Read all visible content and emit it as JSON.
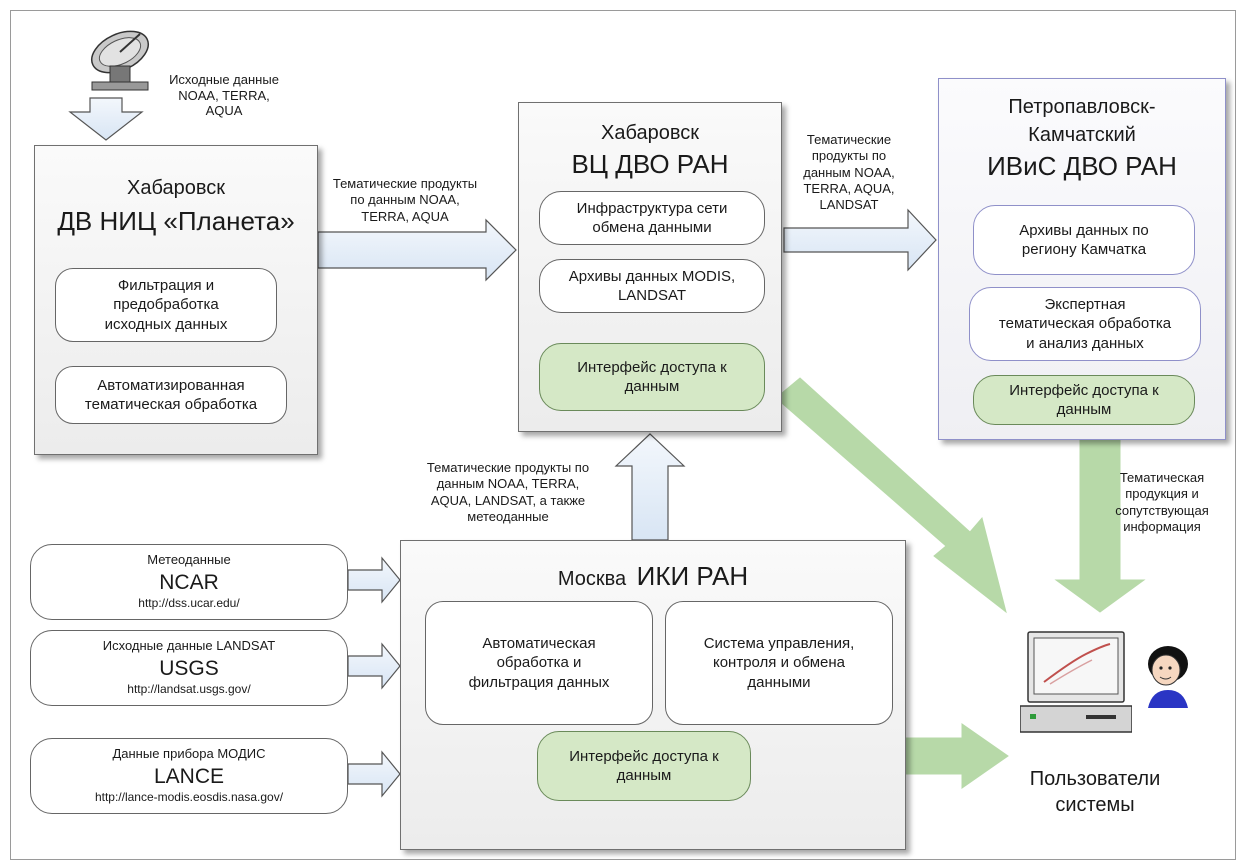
{
  "source_labels": {
    "satellite": "Исходные данные\nNOAA, TERRA,\nAQUA",
    "arrow_planeta_vc": "Тематические продукты\nпо данным NOAA,\nTERRA, AQUA",
    "arrow_vc_ivis": "Тематические\nпродукты по\nданным NOAA,\nTERRA, AQUA,\nLANDSAT",
    "arrow_iki_vc": "Тематические продукты по\nданным NOAA, TERRA,\nAQUA, LANDSAT, а также\nметеоданные",
    "arrow_ivis_users": "Тематическая\nпродукция и\nсопутствующая\nинформация"
  },
  "planeta": {
    "city": "Хабаровск",
    "org": "ДВ НИЦ «Планета»",
    "items": [
      "Фильтрация и\nпредобработка\nисходных данных",
      "Автоматизированная\nтематическая обработка"
    ]
  },
  "vc": {
    "city": "Хабаровск",
    "org": "ВЦ ДВО РАН",
    "items": [
      "Инфраструктура сети\nобмена данными",
      "Архивы данных MODIS,\nLANDSAT"
    ],
    "interface": "Интерфейс доступа к\nданным"
  },
  "ivis": {
    "city": "Петропавловск-\nКамчатский",
    "org": "ИВиС ДВО РАН",
    "items": [
      "Архивы данных по\nрегиону Камчатка",
      "Экспертная\nтематическая обработка\nи анализ данных"
    ],
    "interface": "Интерфейс доступа к\nданным"
  },
  "iki": {
    "city": "Москва",
    "org": "ИКИ РАН",
    "items": [
      "Автоматическая\nобработка и\nфильтрация данных",
      "Система управления,\nконтроля и обмена\nданными"
    ],
    "interface": "Интерфейс доступа к\nданным"
  },
  "sources": [
    {
      "top": "Метеоданные",
      "name": "NCAR",
      "url": "http://dss.ucar.edu/"
    },
    {
      "top": "Исходные данные LANDSAT",
      "name": "USGS",
      "url": "http://landsat.usgs.gov/"
    },
    {
      "top": "Данные прибора МОДИС",
      "name": "LANCE",
      "url": "http://lance-modis.eosdis.nasa.gov/"
    }
  ],
  "users": {
    "label": "Пользователи\nсистемы"
  },
  "icons": {
    "dish": "satellite-dish-icon",
    "computer": "computer-icon",
    "user": "user-icon"
  },
  "colors": {
    "green_fill": "#d5e8c6",
    "arrow_fill": "#e4edf8",
    "green_arrow": "#b7d9a8"
  }
}
